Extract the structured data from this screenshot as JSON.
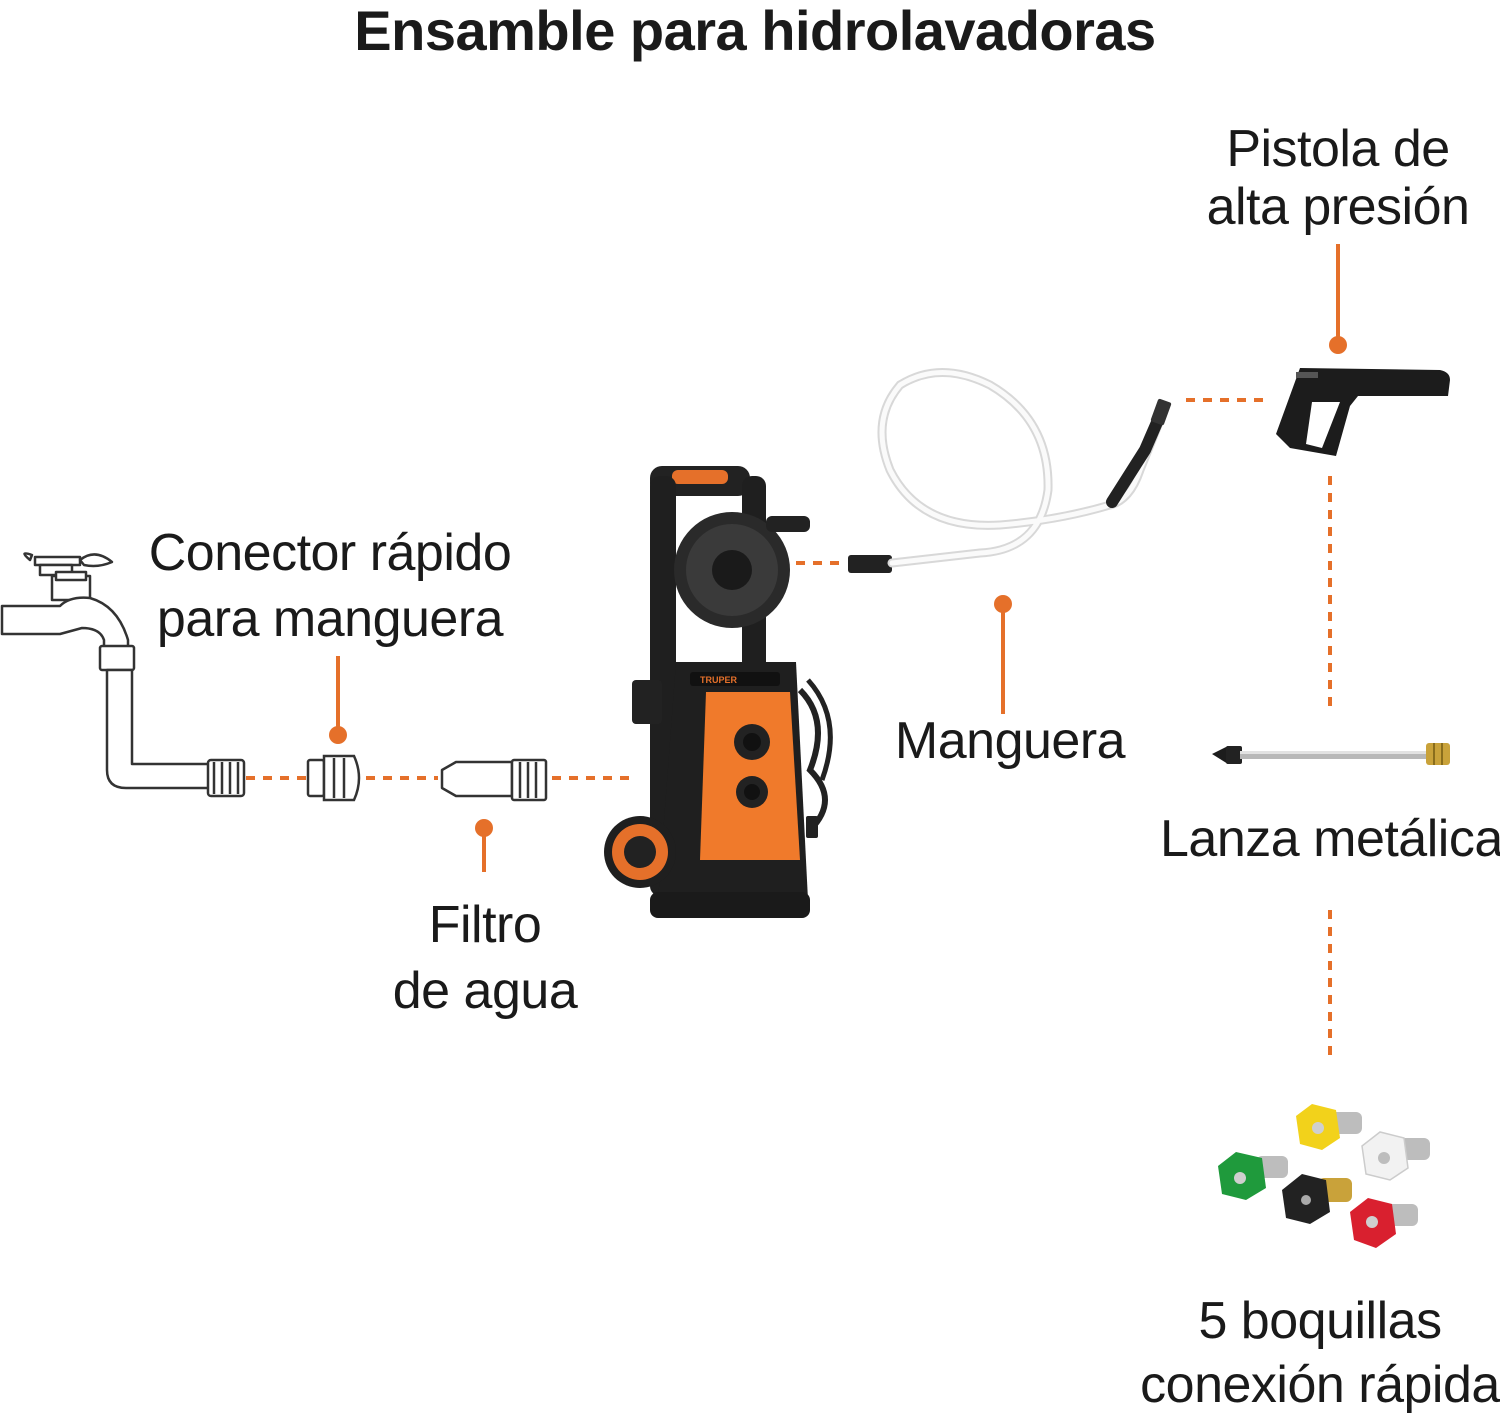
{
  "title": "Ensamble para hidrolavadoras",
  "labels": {
    "connector": [
      "Conector rápido",
      "para manguera"
    ],
    "filter": [
      "Filtro",
      "de agua"
    ],
    "hose": "Manguera",
    "gun": [
      "Pistola de",
      "alta presión"
    ],
    "lance": "Lanza metálica",
    "nozzles": [
      "5 boquillas",
      "conexión rápida"
    ]
  },
  "brand": "TRUPER",
  "colors": {
    "accent": "#e5702a",
    "text": "#1a1a1a",
    "nozzles": [
      "#f2d21b",
      "#f2f2f2",
      "#1f9a3c",
      "#222222",
      "#d9202f"
    ]
  }
}
